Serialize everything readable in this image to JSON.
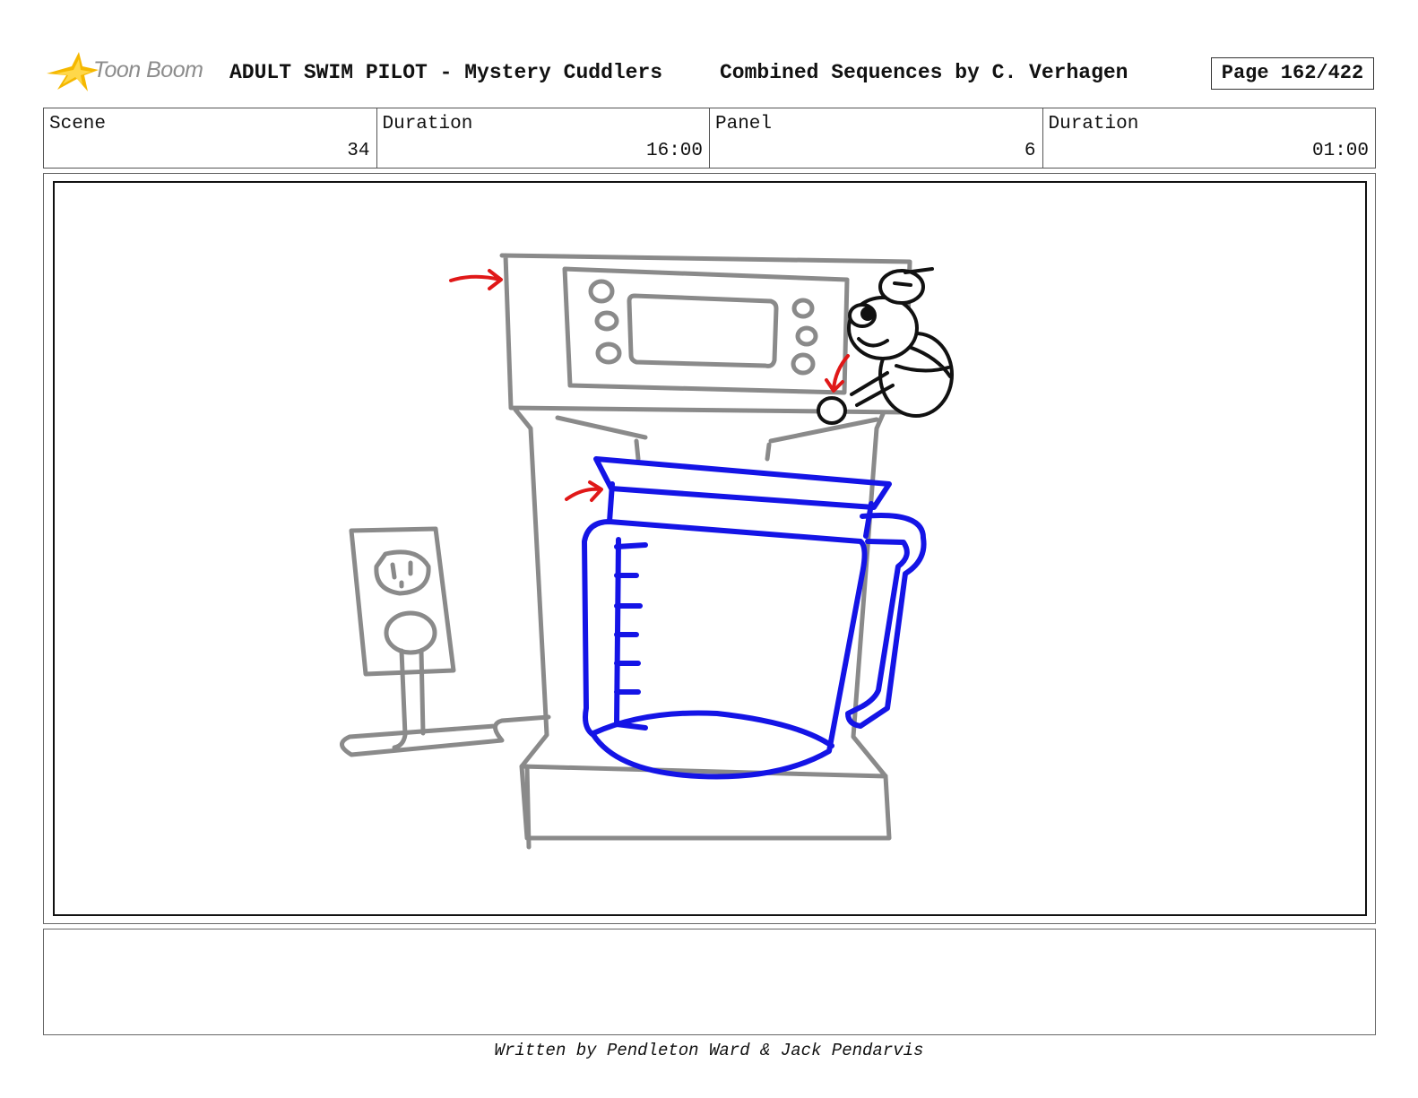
{
  "header": {
    "logo_text": "Toon Boom",
    "title": "ADULT SWIM PILOT - Mystery Cuddlers",
    "subtitle": "Combined Sequences by C. Verhagen",
    "page": "Page 162/422"
  },
  "info": {
    "scene_label": "Scene",
    "scene_value": "34",
    "scene_duration_label": "Duration",
    "scene_duration_value": "16:00",
    "panel_label": "Panel",
    "panel_value": "6",
    "panel_duration_label": "Duration",
    "panel_duration_value": "01:00"
  },
  "drawing_colors": {
    "machine": "#8a8a8a",
    "carafe": "#1414e6",
    "arrows": "#e01818",
    "character": "#111111",
    "logo_star": "#f5b800"
  },
  "notes": {
    "text": ""
  },
  "footer": {
    "credit": "Written by Pendleton Ward & Jack Pendarvis"
  }
}
